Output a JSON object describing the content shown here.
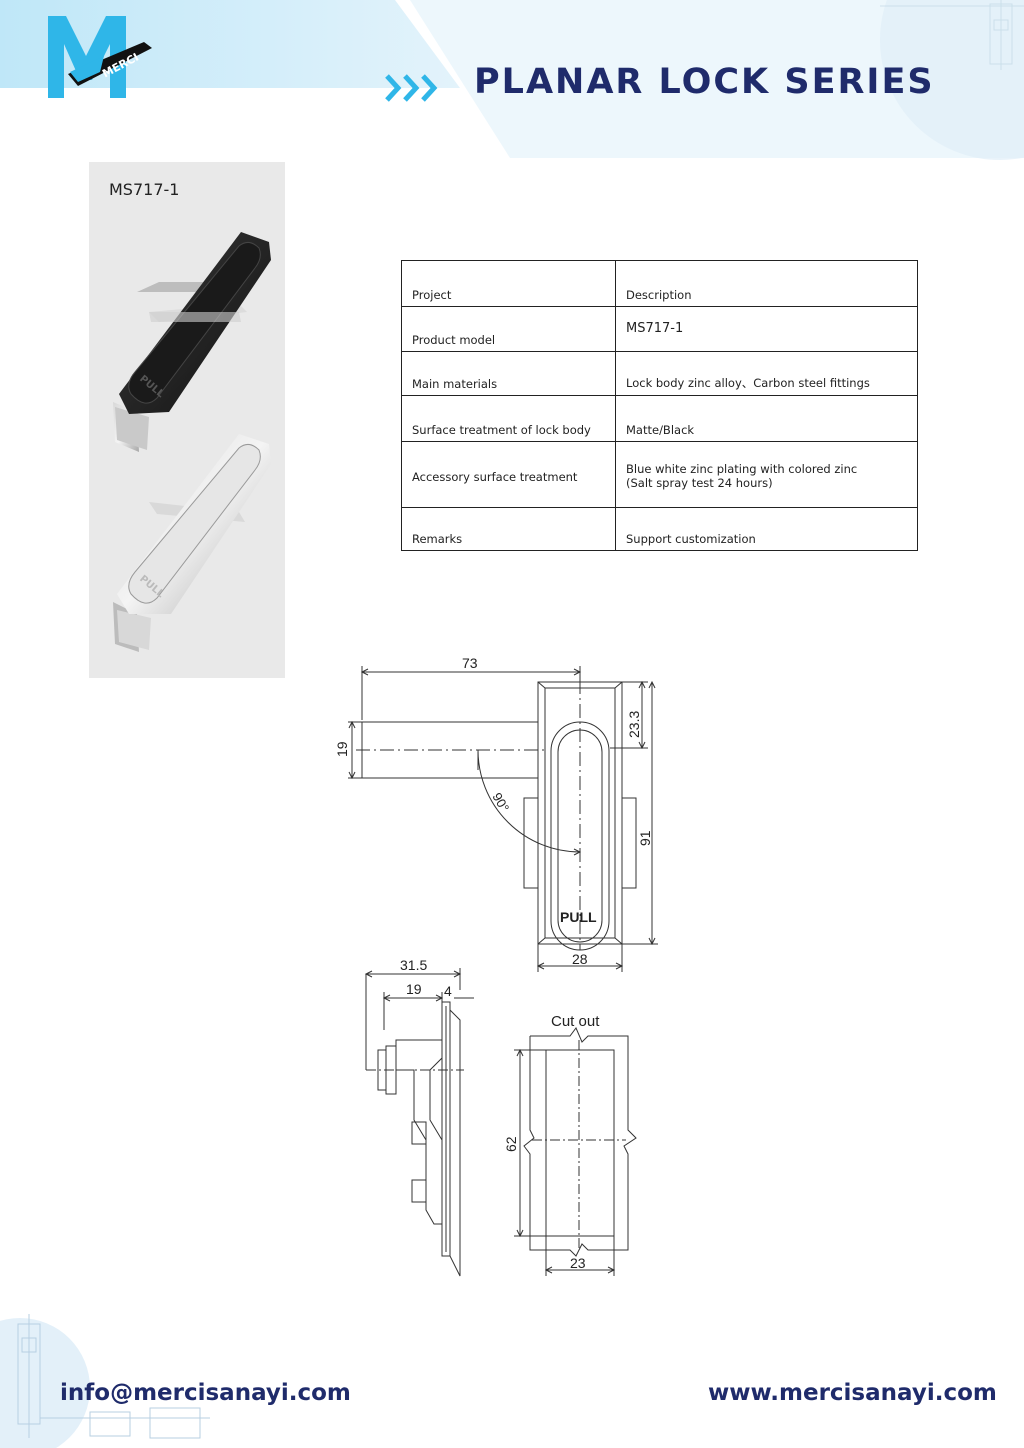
{
  "header": {
    "title": "PLANAR LOCK SERIES",
    "logo_text": "MERCI",
    "brand_color": "#1f2b6b",
    "accent_color": "#2fb6e8"
  },
  "product_panel": {
    "model": "MS717-1",
    "handle_imprint": "PULL"
  },
  "spec_table": {
    "rows": [
      {
        "project": "Project",
        "description": "Description"
      },
      {
        "project": "Product model",
        "description": "MS717-1"
      },
      {
        "project": "Main materials",
        "description": "Lock body zinc alloy、Carbon steel fittings"
      },
      {
        "project": "Surface treatment of lock body",
        "description": "Matte/Black"
      },
      {
        "project": "Accessory surface treatment",
        "description": "Blue white zinc plating with colored zinc",
        "description_line2": "(Salt spray test 24 hours)"
      },
      {
        "project": "Remarks",
        "description": "Support customization"
      }
    ]
  },
  "drawing": {
    "front": {
      "width_overall": "73",
      "handle_height": "19",
      "top_offset": "23.3",
      "height": "91",
      "width": "28",
      "angle": "90°",
      "imprint": "PULL"
    },
    "side": {
      "depth_overall": "31.5",
      "depth_body": "19",
      "plate": "4"
    },
    "cutout": {
      "label": "Cut out",
      "height": "62",
      "width": "23"
    }
  },
  "footer": {
    "email": "info@mercisanayi.com",
    "website": "www.mercisanayi.com"
  }
}
